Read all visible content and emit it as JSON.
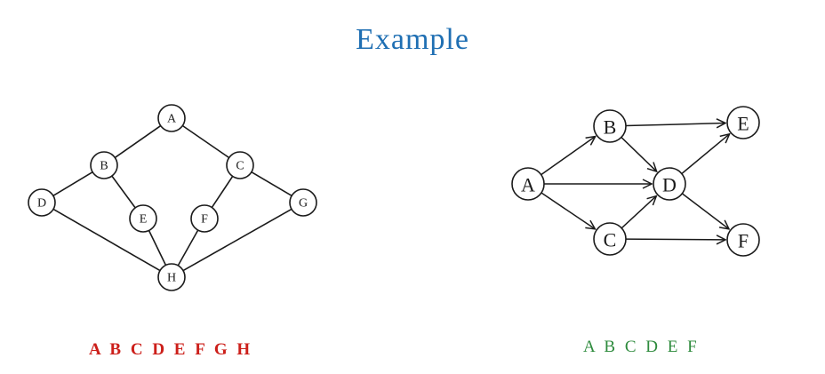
{
  "title": "Example",
  "left_graph": {
    "nodes": [
      {
        "id": "A",
        "label": "A"
      },
      {
        "id": "B",
        "label": "B"
      },
      {
        "id": "C",
        "label": "C"
      },
      {
        "id": "D",
        "label": "D"
      },
      {
        "id": "E",
        "label": "E"
      },
      {
        "id": "F",
        "label": "F"
      },
      {
        "id": "G",
        "label": "G"
      },
      {
        "id": "H",
        "label": "H"
      }
    ],
    "edges": [
      [
        "A",
        "B"
      ],
      [
        "A",
        "C"
      ],
      [
        "B",
        "D"
      ],
      [
        "B",
        "E"
      ],
      [
        "C",
        "F"
      ],
      [
        "C",
        "G"
      ],
      [
        "D",
        "H"
      ],
      [
        "E",
        "H"
      ],
      [
        "F",
        "H"
      ],
      [
        "G",
        "H"
      ]
    ],
    "order_text": "A B C D E F G H",
    "order_color": "#cc1f1a"
  },
  "right_graph": {
    "nodes": [
      {
        "id": "A",
        "label": "A"
      },
      {
        "id": "B",
        "label": "B"
      },
      {
        "id": "C",
        "label": "C"
      },
      {
        "id": "D",
        "label": "D"
      },
      {
        "id": "E",
        "label": "E"
      },
      {
        "id": "F",
        "label": "F"
      }
    ],
    "edges": [
      [
        "A",
        "B"
      ],
      [
        "A",
        "D"
      ],
      [
        "A",
        "C"
      ],
      [
        "B",
        "E"
      ],
      [
        "B",
        "D"
      ],
      [
        "C",
        "D"
      ],
      [
        "C",
        "F"
      ],
      [
        "D",
        "E"
      ],
      [
        "D",
        "F"
      ]
    ],
    "order_text": "A B C D E F",
    "order_color": "#2e8b3d"
  },
  "title_color": "#1f6fb3"
}
